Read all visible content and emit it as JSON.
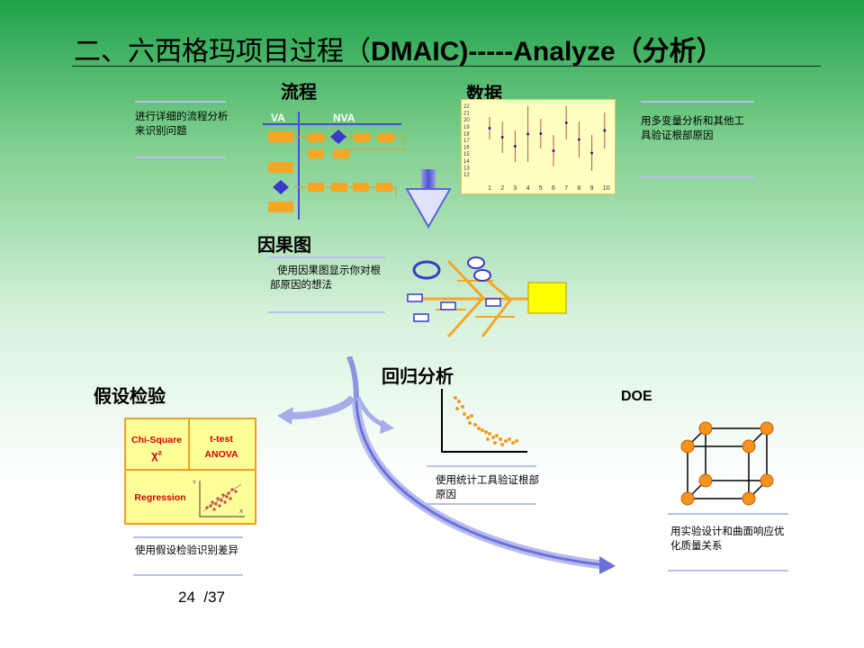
{
  "title": {
    "prefix": "二、六西格玛项目过程（",
    "mid": "DMAIC",
    "suffix": ")-----Analyze（分析）"
  },
  "process": {
    "heading": "流程",
    "note": "进行详细的流程分析来识别问题",
    "va_label": "VA",
    "nva_label": "NVA"
  },
  "data_panel": {
    "heading": "数据",
    "note": "用多变量分析和其他工具验证根部原因",
    "y_ticks": [
      "22",
      "21",
      "20",
      "19",
      "18",
      "17",
      "16",
      "15",
      "14",
      "13",
      "12"
    ],
    "x_ticks": [
      "1",
      "2",
      "3",
      "4",
      "5",
      "6",
      "7",
      "8",
      "9",
      "10"
    ]
  },
  "fishbone": {
    "heading": "因果图",
    "note": "使用因果图显示你对根部原因的想法"
  },
  "regression": {
    "heading": "回归分析",
    "note": "使用统计工具验证根部原因"
  },
  "hypothesis": {
    "heading": "假设检验",
    "note": "使用假设检验识别差异",
    "cell_chi": "Chi-Square",
    "cell_chi_sym": "χ²",
    "cell_t": "t-test",
    "cell_anova": "ANOVA",
    "cell_reg": "Regression",
    "axis_y": "Y",
    "axis_x": "X"
  },
  "doe": {
    "heading": "DOE",
    "note": "用实验设计和曲面响应优化质量关系"
  },
  "page": {
    "current": "24",
    "total": "/37"
  },
  "colors": {
    "orange": "#f6a623",
    "yellow": "#ffff00",
    "blue_line": "#4b4bd8",
    "diamond": "#3a3ac8",
    "rule": "#b9c1ec"
  }
}
